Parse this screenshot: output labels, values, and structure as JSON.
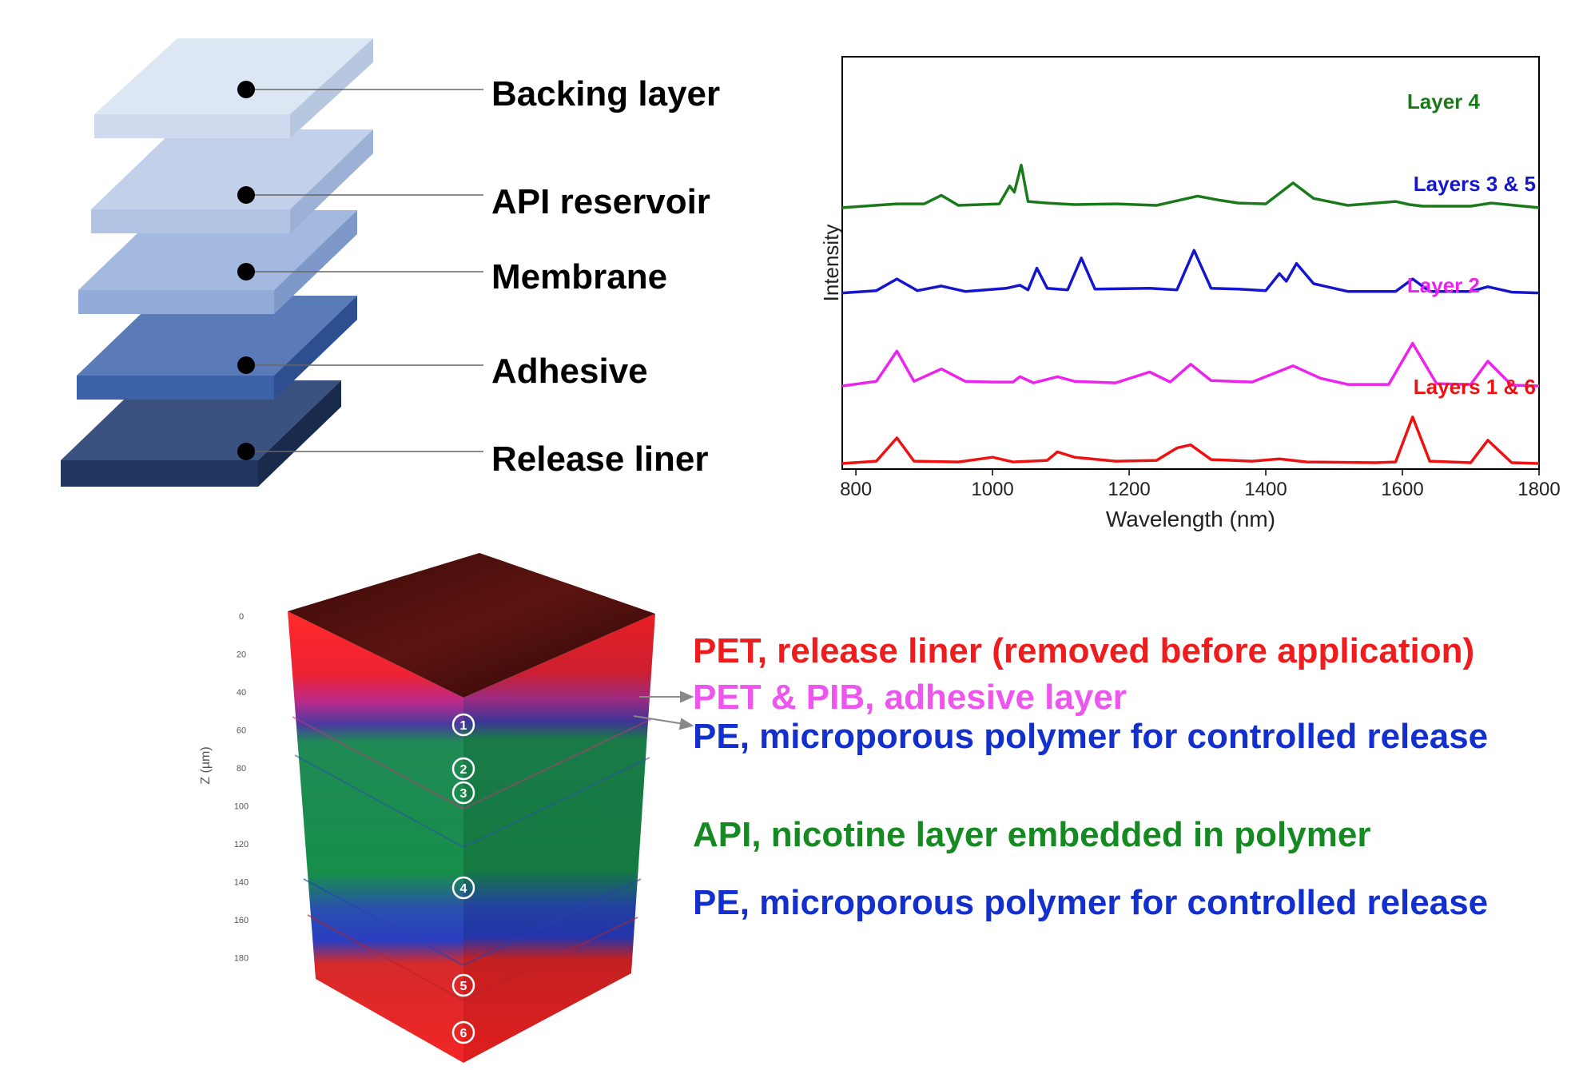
{
  "stack": {
    "layers": [
      {
        "label": "Backing layer",
        "top": "#dde6f3",
        "front": "#cfdaee",
        "side": "#b8c7e0"
      },
      {
        "label": "API reservoir",
        "top": "#c2d0ea",
        "front": "#b3c3e3",
        "side": "#9db1d6"
      },
      {
        "label": "Membrane",
        "top": "#a4b9e0",
        "front": "#93abd9",
        "side": "#7e98c9"
      },
      {
        "label": "Adhesive",
        "top": "#5a7bb8",
        "front": "#3d62a8",
        "side": "#2e4f8f"
      },
      {
        "label": "Release liner",
        "top": "#3b5280",
        "front": "#22355e",
        "side": "#1a2a4c"
      }
    ]
  },
  "spectra": {
    "ylabel": "Intensity",
    "xlabel": "Wavelength (nm)",
    "xticks": [
      "800",
      "1000",
      "1200",
      "1400",
      "1600",
      "1800"
    ]
  },
  "chart_data": {
    "type": "line",
    "xlabel": "Wavelength (nm)",
    "ylabel": "Intensity",
    "xlim": [
      780,
      1800
    ],
    "series": [
      {
        "name": "Layer 4",
        "color": "#1a7a1a",
        "offset": 3.3,
        "x": [
          780,
          860,
          900,
          925,
          950,
          1010,
          1025,
          1032,
          1042,
          1052,
          1080,
          1120,
          1180,
          1240,
          1300,
          1330,
          1360,
          1400,
          1440,
          1470,
          1520,
          1590,
          1610,
          1630,
          1700,
          1730,
          1800
        ],
        "y": [
          0.0,
          0.05,
          0.05,
          0.16,
          0.03,
          0.05,
          0.28,
          0.2,
          0.55,
          0.08,
          0.06,
          0.04,
          0.05,
          0.03,
          0.15,
          0.1,
          0.06,
          0.05,
          0.32,
          0.12,
          0.03,
          0.08,
          0.04,
          0.02,
          0.02,
          0.06,
          0.0
        ]
      },
      {
        "name": "Layers 3 & 5",
        "color": "#1515cc",
        "offset": 2.2,
        "x": [
          780,
          830,
          860,
          890,
          925,
          960,
          1020,
          1040,
          1052,
          1065,
          1080,
          1110,
          1130,
          1150,
          1230,
          1270,
          1295,
          1320,
          1360,
          1400,
          1420,
          1430,
          1445,
          1470,
          1520,
          1590,
          1615,
          1640,
          1700,
          1725,
          1760,
          1800
        ],
        "y": [
          0.0,
          0.03,
          0.18,
          0.03,
          0.09,
          0.02,
          0.06,
          0.1,
          0.04,
          0.32,
          0.06,
          0.04,
          0.45,
          0.05,
          0.06,
          0.04,
          0.55,
          0.06,
          0.05,
          0.03,
          0.25,
          0.15,
          0.38,
          0.12,
          0.02,
          0.02,
          0.18,
          0.02,
          0.02,
          0.08,
          0.01,
          0.0
        ]
      },
      {
        "name": "Layer 2",
        "color": "#ee22ee",
        "offset": 1.0,
        "x": [
          780,
          830,
          860,
          885,
          925,
          960,
          1000,
          1030,
          1040,
          1060,
          1095,
          1120,
          1180,
          1230,
          1260,
          1290,
          1320,
          1380,
          1440,
          1480,
          1520,
          1580,
          1615,
          1650,
          1700,
          1725,
          1760,
          1800
        ],
        "y": [
          0.0,
          0.06,
          0.45,
          0.06,
          0.22,
          0.06,
          0.05,
          0.05,
          0.12,
          0.04,
          0.12,
          0.06,
          0.04,
          0.18,
          0.05,
          0.28,
          0.07,
          0.05,
          0.26,
          0.1,
          0.02,
          0.02,
          0.55,
          0.03,
          0.02,
          0.32,
          0.01,
          0.0
        ]
      },
      {
        "name": "Layers 1 & 6",
        "color": "#ee1111",
        "offset": 0.0,
        "x": [
          780,
          830,
          860,
          885,
          950,
          1000,
          1030,
          1080,
          1095,
          1120,
          1180,
          1240,
          1270,
          1290,
          1320,
          1380,
          1420,
          1460,
          1560,
          1590,
          1615,
          1640,
          1700,
          1725,
          1760,
          1800
        ],
        "y": [
          0.0,
          0.03,
          0.33,
          0.03,
          0.02,
          0.08,
          0.02,
          0.04,
          0.15,
          0.08,
          0.03,
          0.04,
          0.2,
          0.24,
          0.05,
          0.03,
          0.06,
          0.02,
          0.01,
          0.02,
          0.6,
          0.03,
          0.01,
          0.3,
          0.01,
          0.0
        ]
      }
    ]
  },
  "cube": {
    "zlabel": "Z (µm)",
    "zticks": [
      "0",
      "20",
      "40",
      "60",
      "80",
      "100",
      "120",
      "140",
      "160",
      "180"
    ],
    "markers": [
      "1",
      "2",
      "3",
      "4",
      "5",
      "6"
    ]
  },
  "annotations": [
    {
      "text": "PET, release liner (removed before application)",
      "color": "#ee1c1c"
    },
    {
      "text": "PET & PIB, adhesive layer",
      "color": "#ee55ee"
    },
    {
      "text": "PE, microporous polymer for controlled release",
      "color": "#1330cc"
    },
    {
      "text": "API, nicotine layer embedded in polymer",
      "color": "#158a22"
    },
    {
      "text": "PE, microporous polymer for controlled release",
      "color": "#1330cc"
    }
  ]
}
